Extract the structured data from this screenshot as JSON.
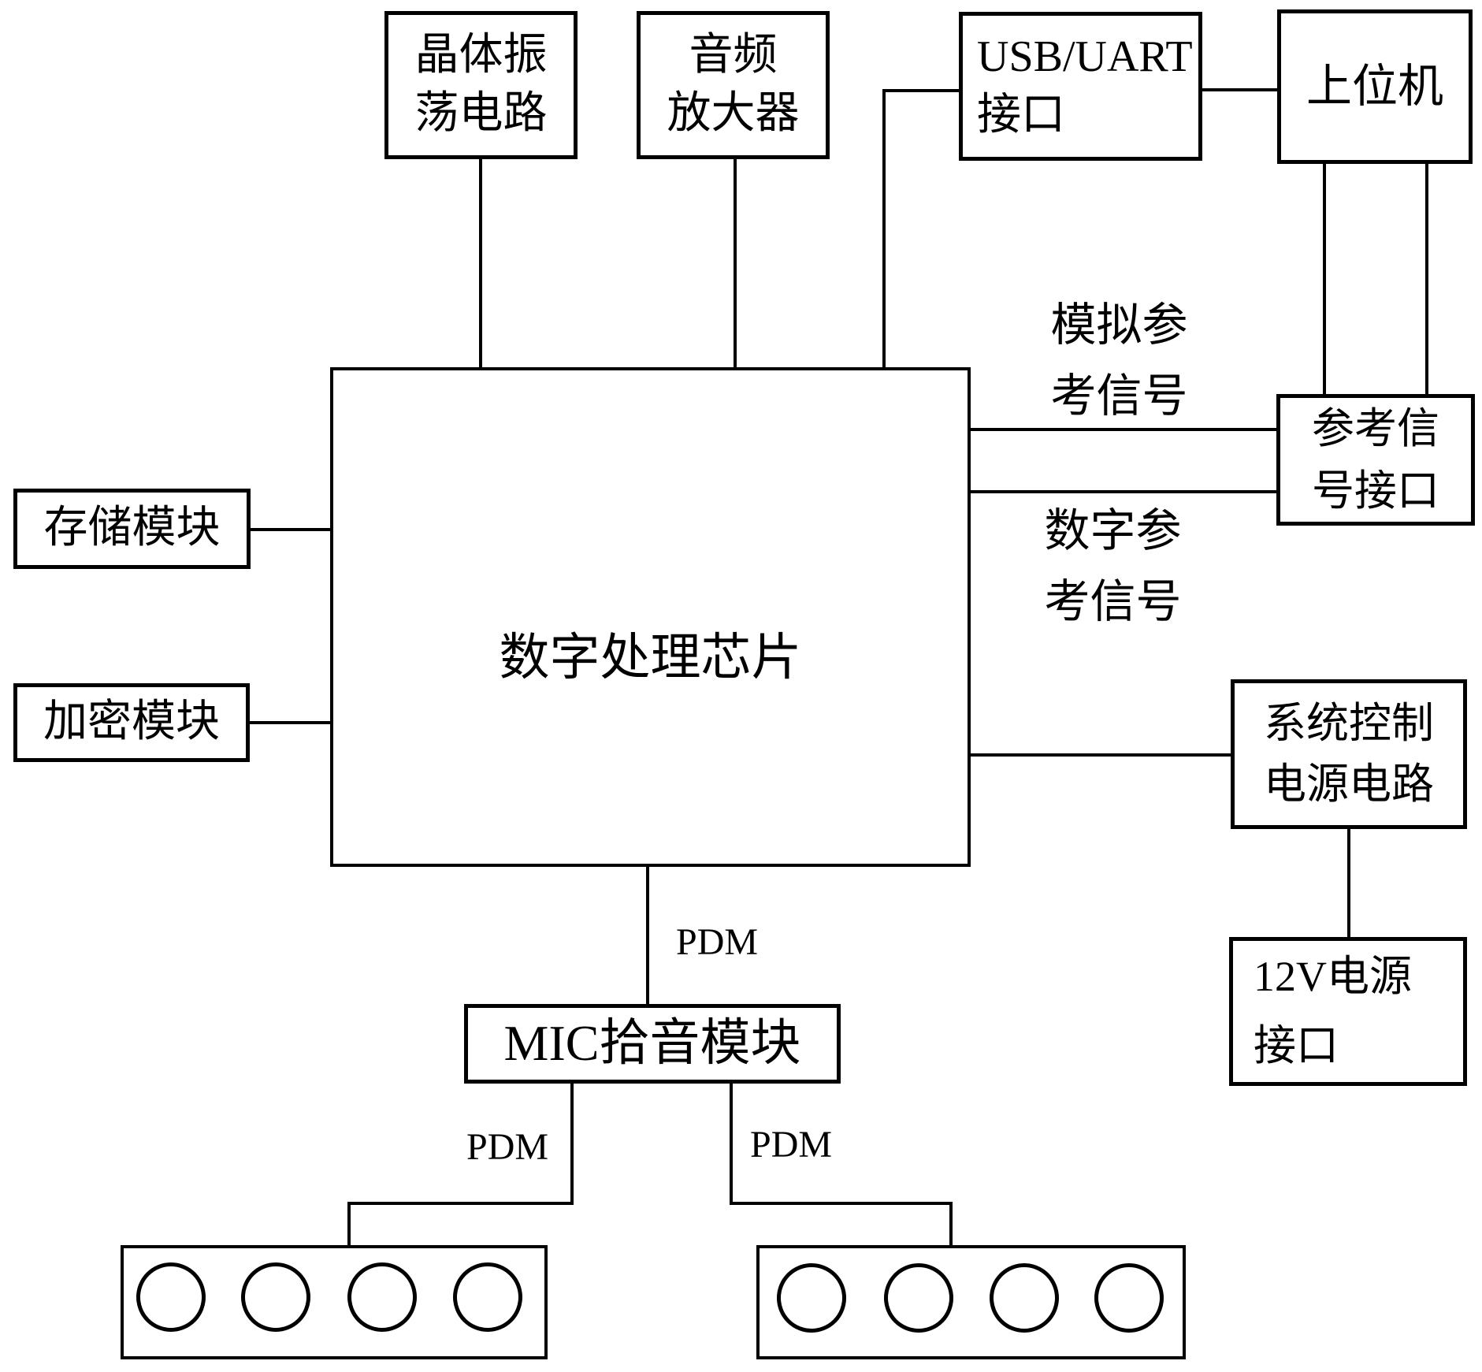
{
  "diagram": {
    "background_color": "#ffffff",
    "line_color": "#000000",
    "text_color": "#000000"
  },
  "boxes": {
    "crystal_oscillator": {
      "label": "晶体振\n荡电路"
    },
    "audio_amplifier": {
      "label": "音频\n放大器"
    },
    "usb_uart": {
      "label": "USB/UART\n接口"
    },
    "host_computer": {
      "label": "上位机"
    },
    "dsp_chip": {
      "label": "数字处理芯片"
    },
    "storage_module": {
      "label": "存储模块"
    },
    "encryption_module": {
      "label": "加密模块"
    },
    "ref_signal_interface": {
      "label": "参考信\n号接口"
    },
    "system_control_power": {
      "label": "系统控制\n电源电路"
    },
    "power_12v": {
      "label": "12V电源\n接口"
    },
    "mic_pickup_module": {
      "label": "MIC拾音模块"
    }
  },
  "labels": {
    "analog_reference": "模拟参\n考信号",
    "digital_reference": "数字参\n考信号",
    "pdm_center": "PDM",
    "pdm_left": "PDM",
    "pdm_right": "PDM"
  }
}
